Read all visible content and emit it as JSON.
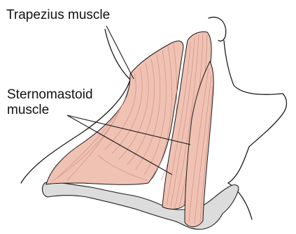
{
  "labels": {
    "trapezius": "Trapezius muscle",
    "sternomastoid_line1": "Sternomastoid",
    "sternomastoid_line2": "muscle"
  },
  "colors": {
    "muscle_fill": "#f0c2b4",
    "muscle_fiber": "#c98a7c",
    "bone_fill": "#dcdcdc",
    "outline": "#1a1a1a"
  }
}
